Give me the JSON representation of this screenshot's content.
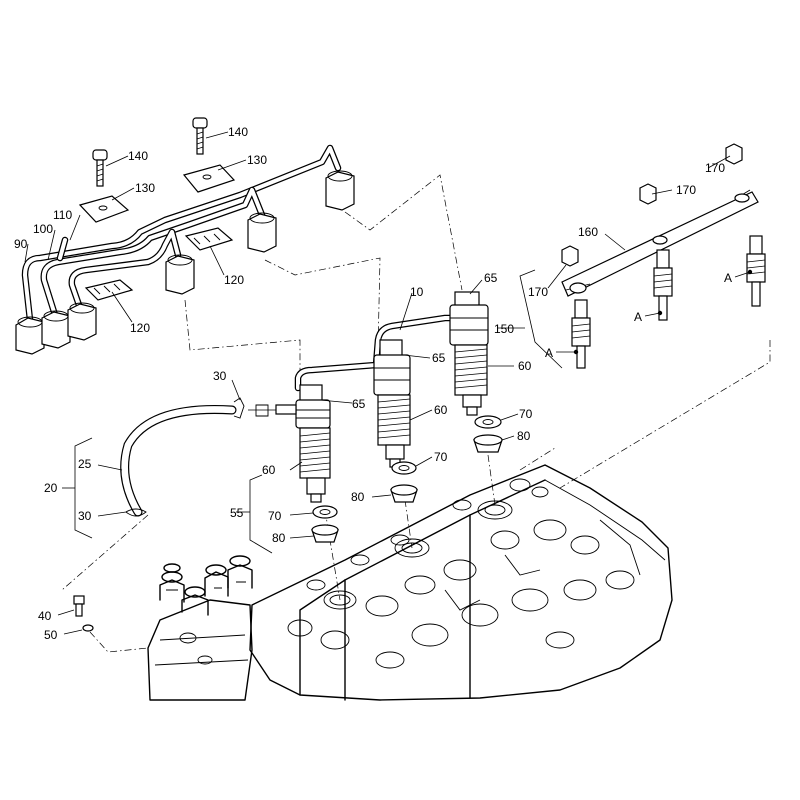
{
  "diagram": {
    "callouts": [
      {
        "key": "c140a",
        "text": "140"
      },
      {
        "key": "c140b",
        "text": "140"
      },
      {
        "key": "c130a",
        "text": "130"
      },
      {
        "key": "c130b",
        "text": "130"
      },
      {
        "key": "c110",
        "text": "110"
      },
      {
        "key": "c100",
        "text": "100"
      },
      {
        "key": "c90",
        "text": "90"
      },
      {
        "key": "c120a",
        "text": "120"
      },
      {
        "key": "c120b",
        "text": "120"
      },
      {
        "key": "c170a",
        "text": "170"
      },
      {
        "key": "c170b",
        "text": "170"
      },
      {
        "key": "c170c",
        "text": "170"
      },
      {
        "key": "c160",
        "text": "160"
      },
      {
        "key": "cA1",
        "text": "A"
      },
      {
        "key": "cA2",
        "text": "A"
      },
      {
        "key": "cA3",
        "text": "A"
      },
      {
        "key": "c150",
        "text": "150"
      },
      {
        "key": "c10",
        "text": "10"
      },
      {
        "key": "c65a",
        "text": "65"
      },
      {
        "key": "c65b",
        "text": "65"
      },
      {
        "key": "c65c",
        "text": "65"
      },
      {
        "key": "c60a",
        "text": "60"
      },
      {
        "key": "c60b",
        "text": "60"
      },
      {
        "key": "c60c",
        "text": "60"
      },
      {
        "key": "c70a",
        "text": "70"
      },
      {
        "key": "c70b",
        "text": "70"
      },
      {
        "key": "c70c",
        "text": "70"
      },
      {
        "key": "c80a",
        "text": "80"
      },
      {
        "key": "c80b",
        "text": "80"
      },
      {
        "key": "c80c",
        "text": "80"
      },
      {
        "key": "c30a",
        "text": "30"
      },
      {
        "key": "c30b",
        "text": "30"
      },
      {
        "key": "c25",
        "text": "25"
      },
      {
        "key": "c20",
        "text": "20"
      },
      {
        "key": "c55",
        "text": "55"
      },
      {
        "key": "c40",
        "text": "40"
      },
      {
        "key": "c50",
        "text": "50"
      }
    ]
  }
}
